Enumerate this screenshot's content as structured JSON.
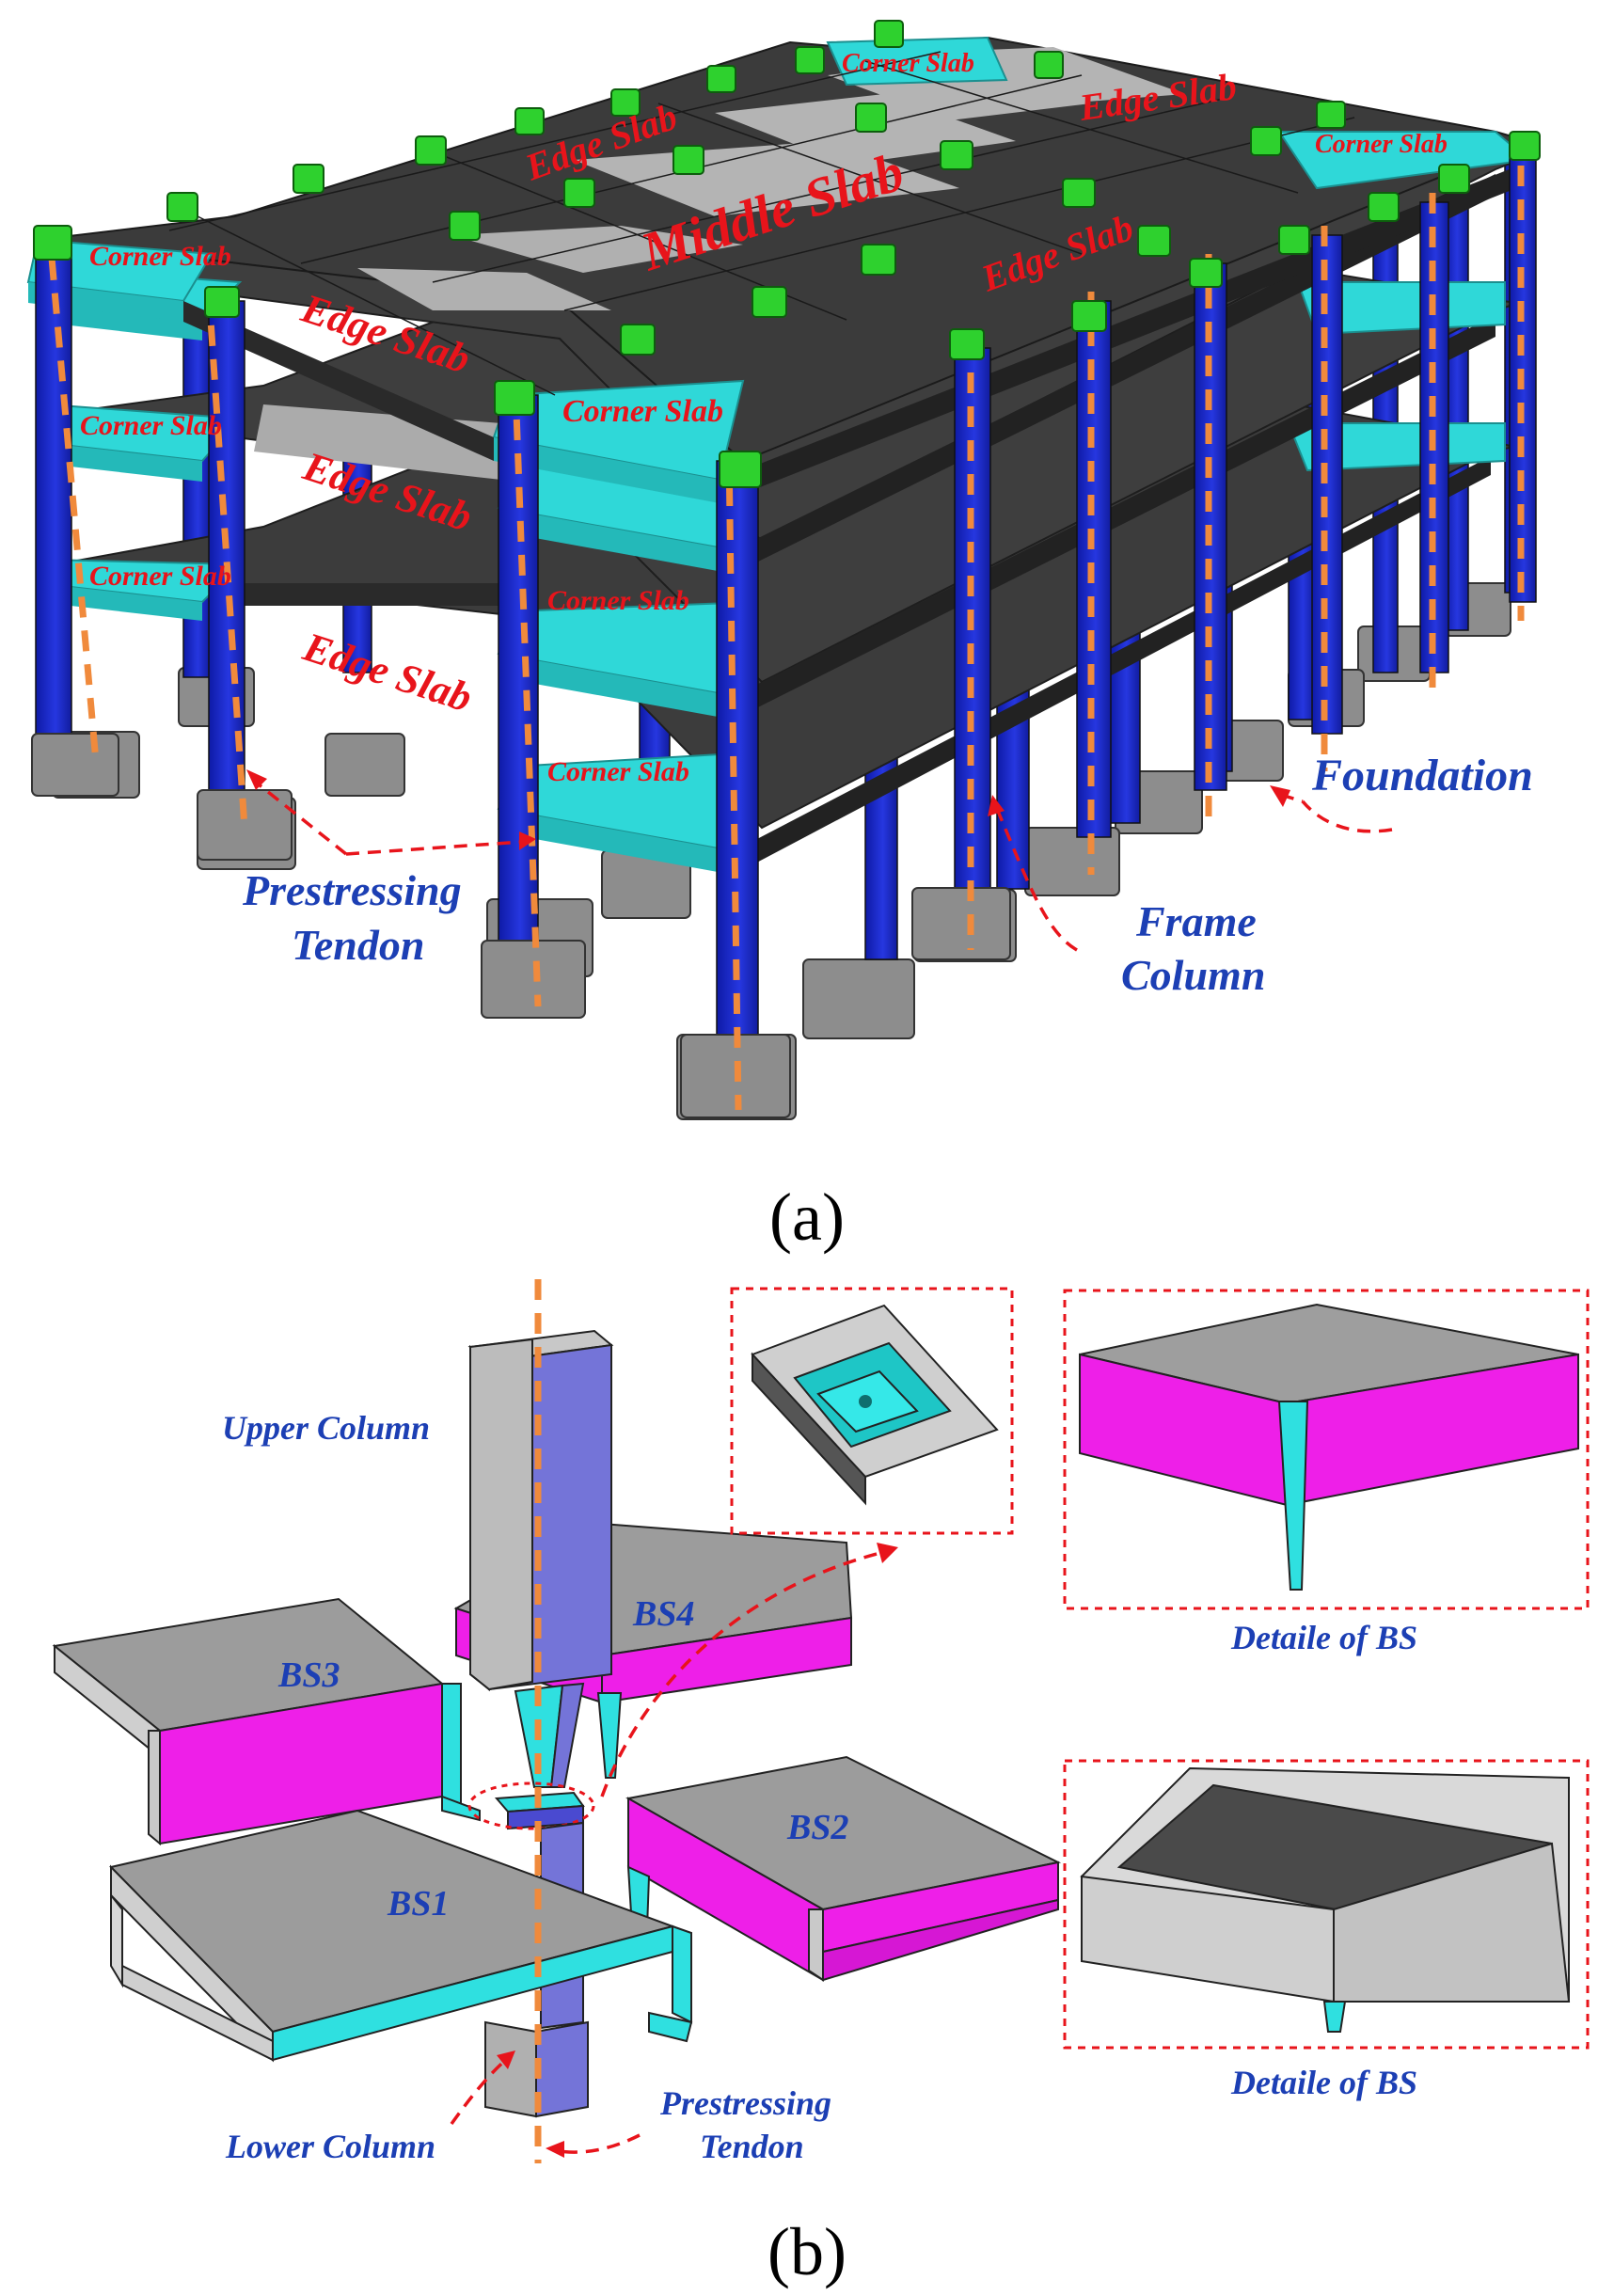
{
  "part_a": {
    "caption": "(a)",
    "labels": {
      "corner_slab": "Corner Slab",
      "edge_slab": "Edge Slab",
      "middle_slab": "Middle Slab",
      "foundation": "Foundation",
      "prestressing": "Prestressing",
      "tendon": "Tendon",
      "frame": "Frame",
      "column": "Column"
    }
  },
  "part_b": {
    "caption": "(b)",
    "labels": {
      "upper_column": "Upper Column",
      "lower_column": "Lower Column",
      "bs1": "BS1",
      "bs2": "BS2",
      "bs3": "BS3",
      "bs4": "BS4",
      "prestressing": "Prestressing",
      "tendon": "Tendon",
      "detail_bs_1": "Detaile of BS",
      "detail_bs_2": "Detaile of BS"
    }
  },
  "colors": {
    "slab_dark": "#3d3d3d",
    "slab_light": "#a9a9a9",
    "corner_slab": "#2fd8d8",
    "column": "#1f2fd0",
    "column_cap": "#2ed12e",
    "foundation": "#8a8a8a",
    "tendon": "#f08a3c",
    "leader": "#e8141b",
    "label_red": "#e8141b",
    "label_blue": "#1c3fb4",
    "bs_side": "#ee1fe8",
    "bs_top": "#9c9c9c",
    "column_b": "#7070d6"
  }
}
